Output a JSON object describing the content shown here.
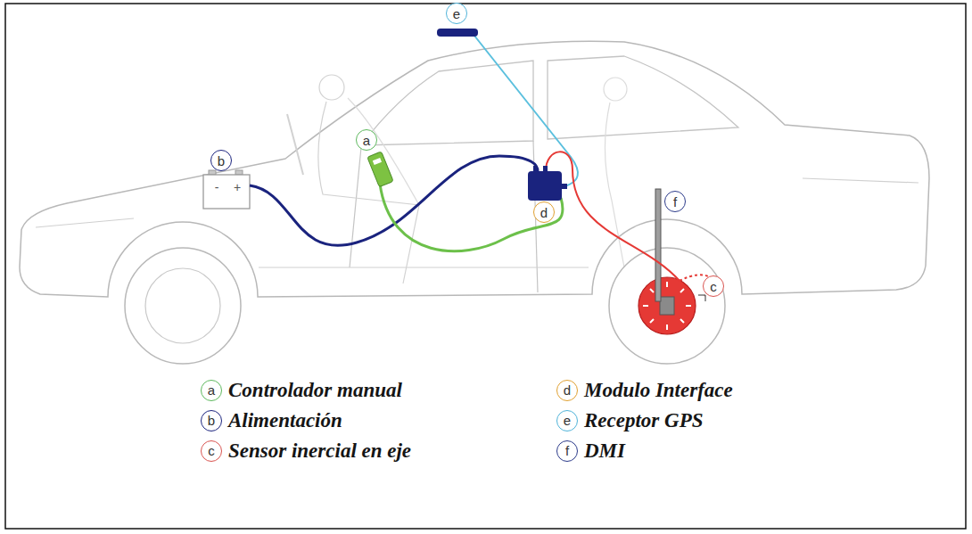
{
  "diagram": {
    "nodes": [
      {
        "text": [
          "e"
        ]
      },
      {
        "text": [
          "a"
        ]
      },
      {
        "text": [
          "b"
        ]
      },
      {
        "text": [
          "f"
        ]
      },
      {
        "text": [
          "d"
        ]
      },
      {
        "text": [
          "c"
        ]
      },
      {
        "text": [
          "a",
          "Controlador manual"
        ]
      },
      {
        "text": [
          "d",
          "Modulo Interface"
        ]
      },
      {
        "text": [
          "b",
          "Alimentación"
        ]
      },
      {
        "text": [
          "e",
          "Receptor GPS"
        ]
      },
      {
        "text": [
          "c",
          "Sensor inercial en eje"
        ]
      },
      {
        "text": [
          "f",
          "DMI"
        ]
      }
    ],
    "labels": [
      "-",
      "+"
    ]
  }
}
